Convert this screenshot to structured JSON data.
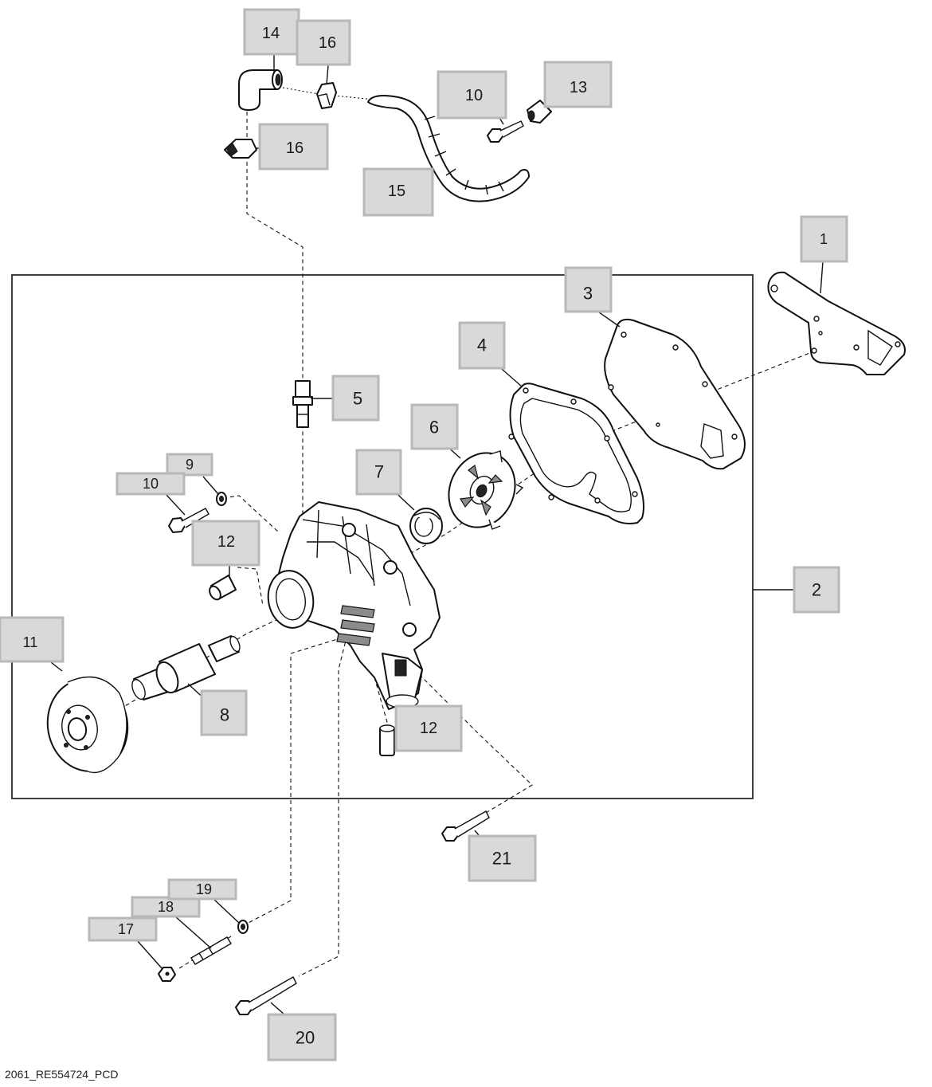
{
  "figure_code": "2061_RE554724_PCD",
  "callouts": {
    "c1": "1",
    "c2": "2",
    "c3": "3",
    "c4": "4",
    "c5": "5",
    "c6": "6",
    "c7": "7",
    "c8": "8",
    "c9": "9",
    "c10a": "10",
    "c10b": "10",
    "c11": "11",
    "c12a": "12",
    "c12b": "12",
    "c13": "13",
    "c14": "14",
    "c15": "15",
    "c16a": "16",
    "c16b": "16",
    "c17": "17",
    "c18": "18",
    "c19": "19",
    "c20": "20",
    "c21": "21"
  }
}
